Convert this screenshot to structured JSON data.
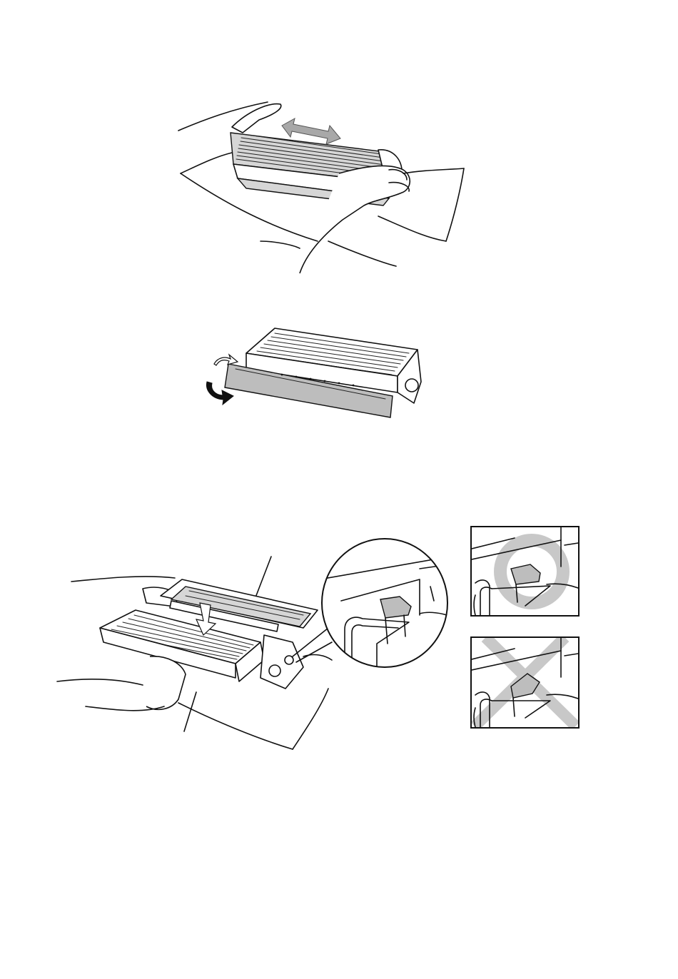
{
  "figures": {
    "shake_cartridge": {
      "icon": "hands-shaking-toner-cartridge"
    },
    "remove_cover": {
      "icon": "toner-cartridge-protective-cover"
    },
    "insert_into_drum": {
      "icon": "toner-insert-into-drum-unit"
    },
    "lever_correct": {
      "icon": "correct-circle-mark"
    },
    "lever_incorrect": {
      "icon": "incorrect-cross-mark"
    }
  },
  "colors": {
    "line": "#111111",
    "arrow_gray": "#a8a8a8",
    "mark_gray": "#c8c8c8",
    "cover_gray": "#bdbdbd"
  }
}
